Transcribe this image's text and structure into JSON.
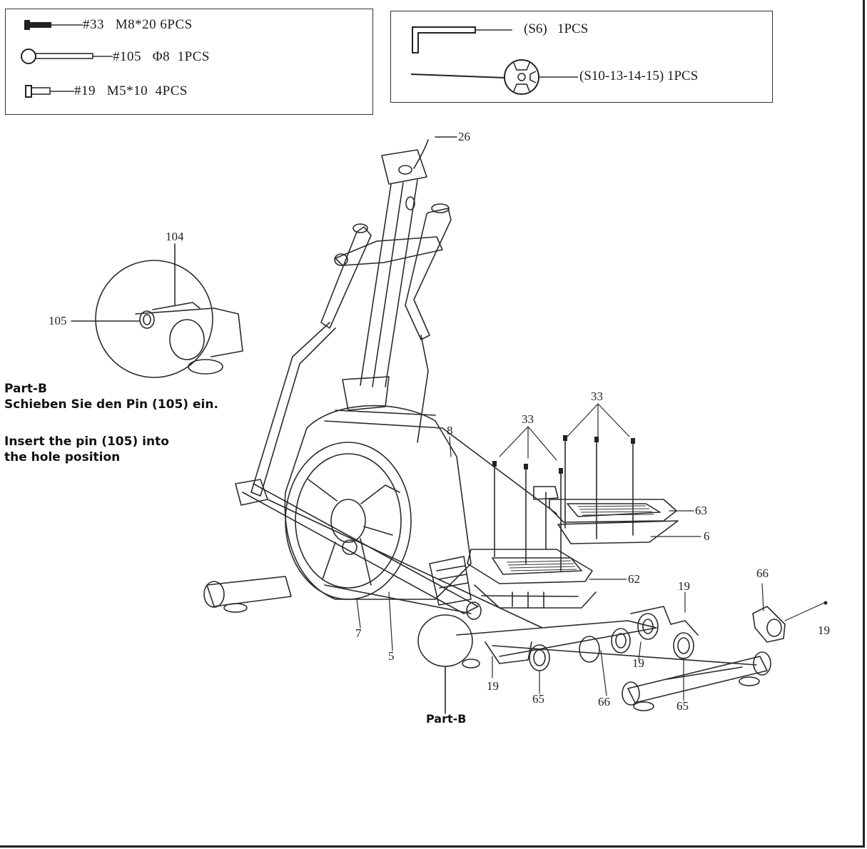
{
  "hardware": [
    {
      "part": "#33",
      "size": "M8*20",
      "qty": "6PCS",
      "icon": "bolt-icon"
    },
    {
      "part": "#105",
      "size": "Φ8",
      "qty": "1PCS",
      "icon": "pin-icon"
    },
    {
      "part": "#19",
      "size": "M5*10",
      "qty": "4PCS",
      "icon": "screw-icon"
    }
  ],
  "tools": [
    {
      "label": "(S6)",
      "qty": "1PCS",
      "icon": "allen-key-icon"
    },
    {
      "label": "(S10-13-14-15)",
      "qty": "1PCS",
      "icon": "multi-wrench-icon"
    }
  ],
  "detail": {
    "callouts": [
      "104",
      "105"
    ],
    "title": "Part-B",
    "instruction_de": "Schieben Sie den Pin (105) ein.",
    "instruction_en_1": "Insert the pin (105) into",
    "instruction_en_2": "the hole position"
  },
  "callouts": {
    "c26": "26",
    "c8": "8",
    "c33a": "33",
    "c33b": "33",
    "c63": "63",
    "c6": "6",
    "c62": "62",
    "c66a": "66",
    "c19a": "19",
    "c19b": "19",
    "c19c": "19",
    "c19d": "19",
    "c7": "7",
    "c5": "5",
    "c65a": "65",
    "c66b": "66",
    "c65b": "65",
    "partb": "Part-B"
  }
}
